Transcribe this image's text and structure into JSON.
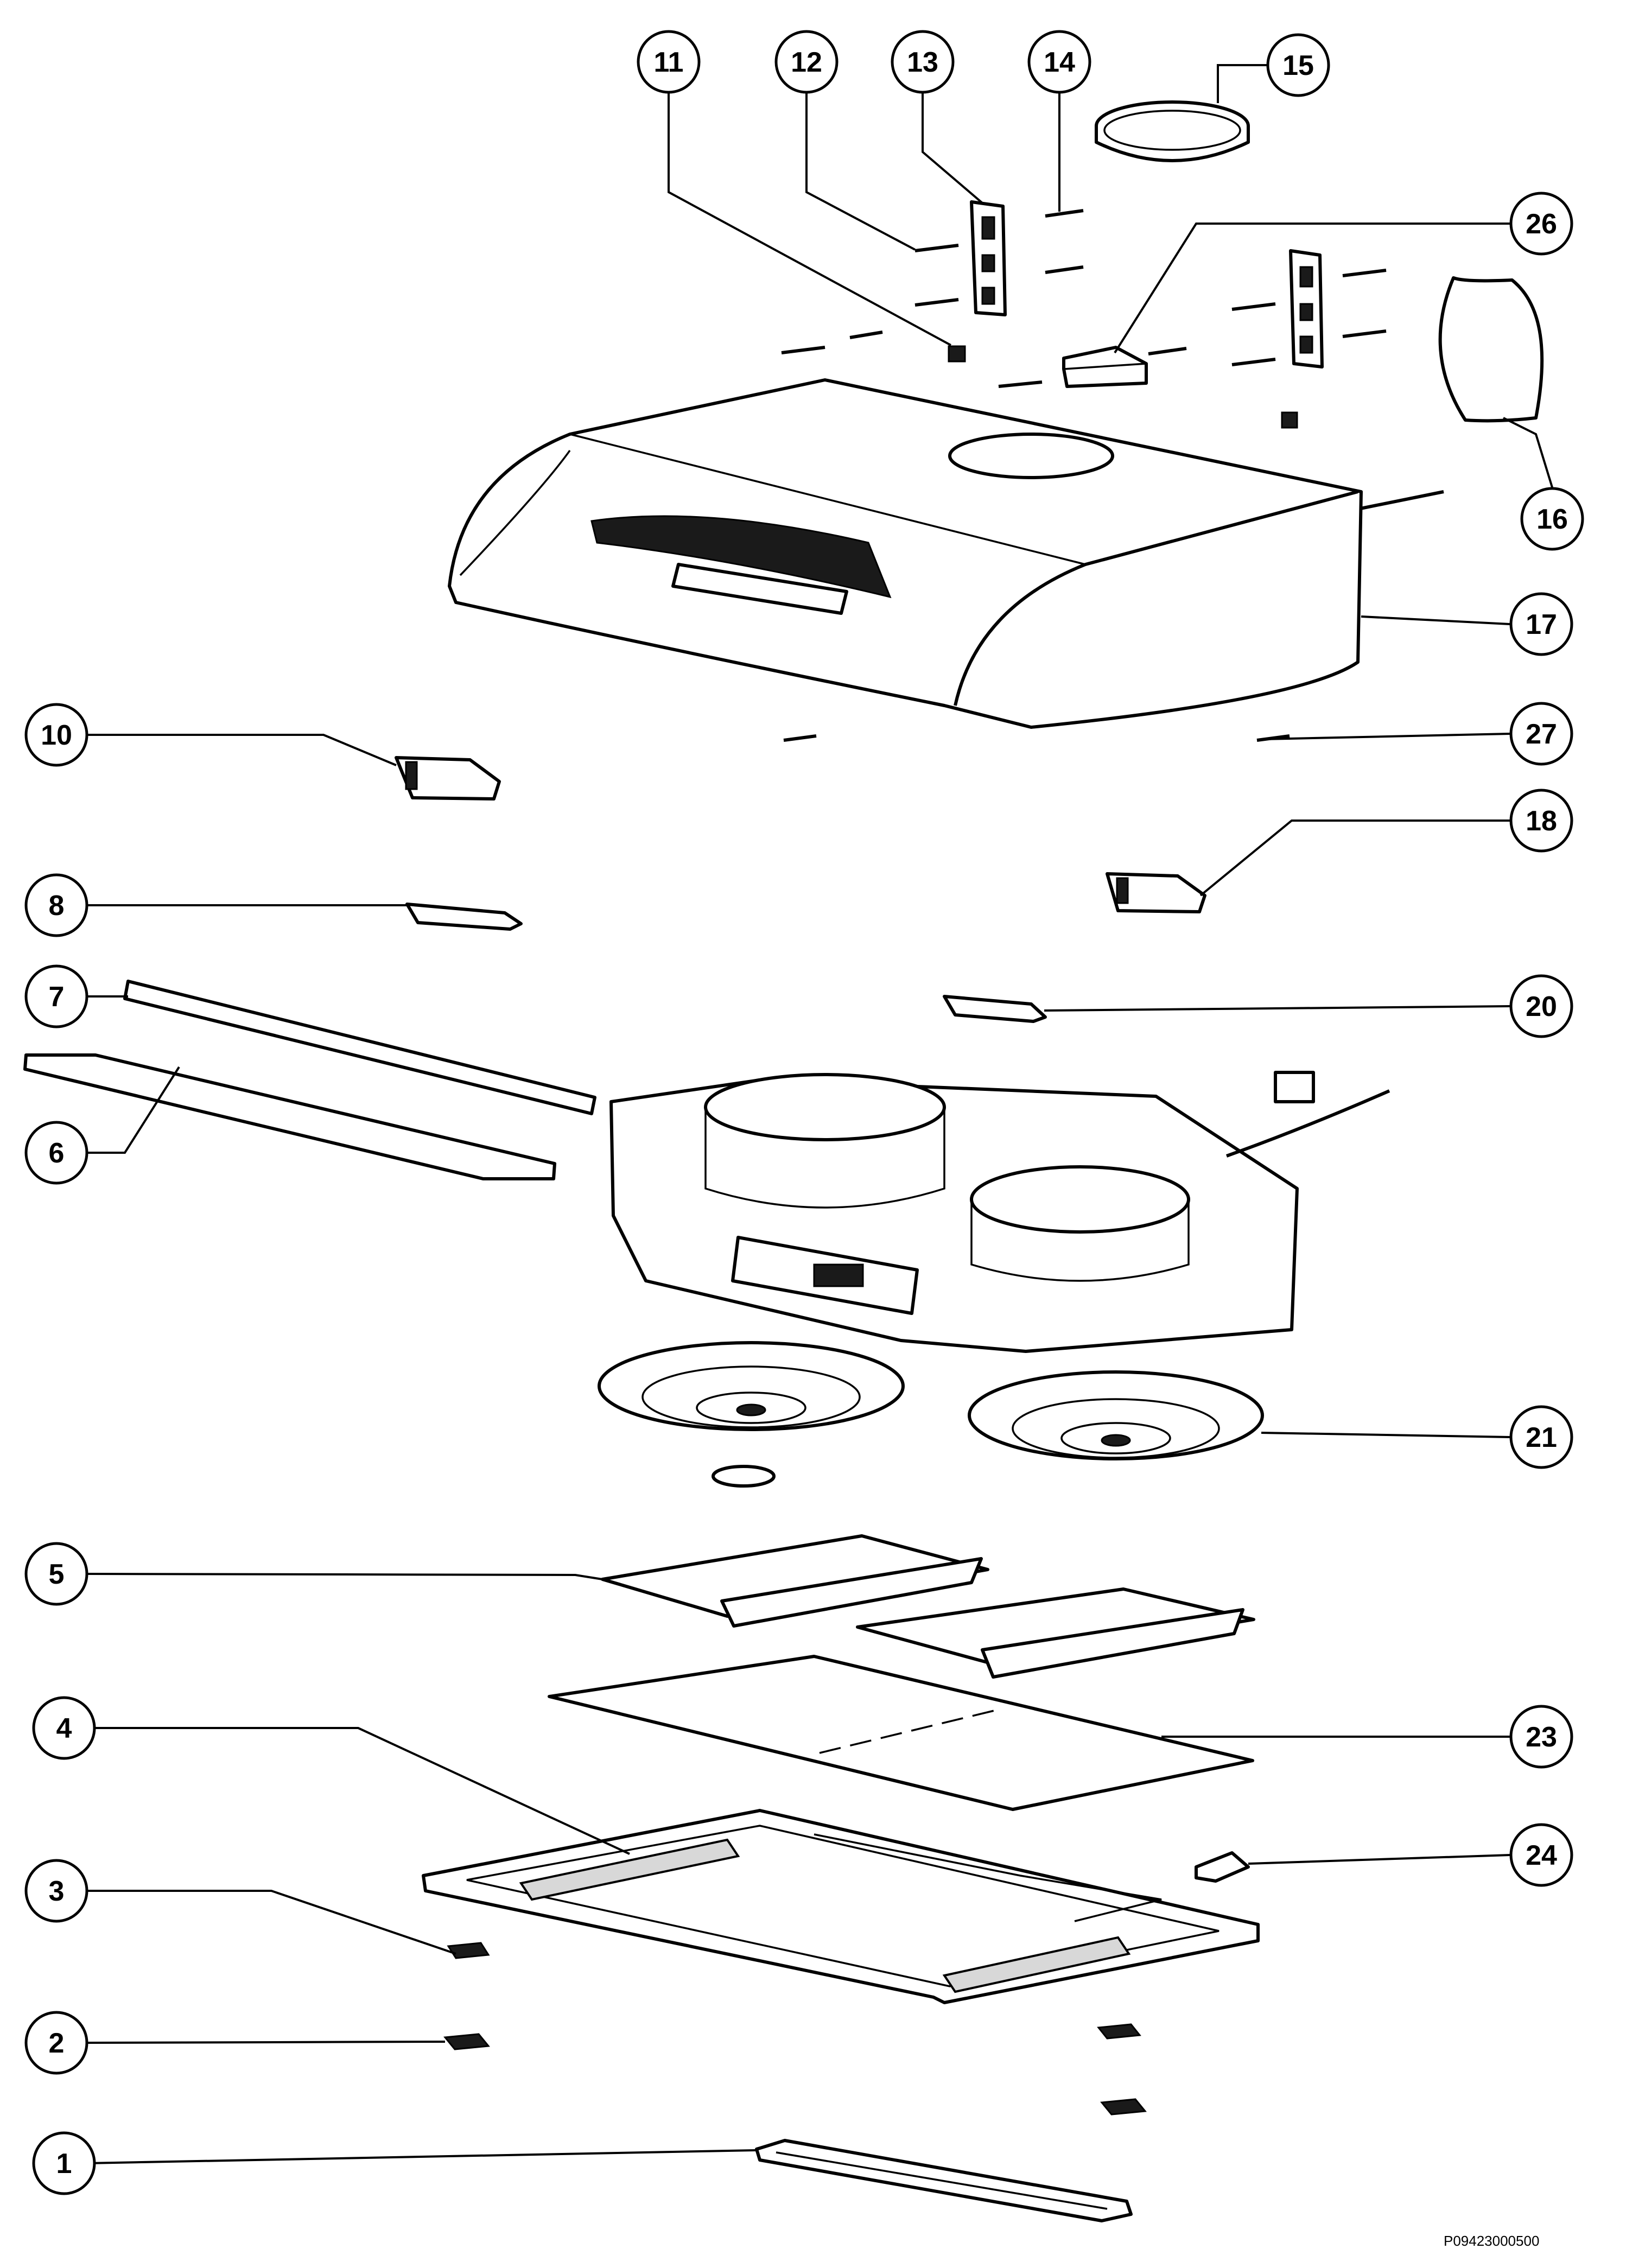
{
  "figure": {
    "reference_code": "P09423000500"
  },
  "callouts": [
    {
      "id": "c1",
      "label": "1"
    },
    {
      "id": "c2",
      "label": "2"
    },
    {
      "id": "c3",
      "label": "3"
    },
    {
      "id": "c4",
      "label": "4"
    },
    {
      "id": "c5",
      "label": "5"
    },
    {
      "id": "c6",
      "label": "6"
    },
    {
      "id": "c7",
      "label": "7"
    },
    {
      "id": "c8",
      "label": "8"
    },
    {
      "id": "c10",
      "label": "10"
    },
    {
      "id": "c11",
      "label": "11"
    },
    {
      "id": "c12",
      "label": "12"
    },
    {
      "id": "c13",
      "label": "13"
    },
    {
      "id": "c14",
      "label": "14"
    },
    {
      "id": "c15",
      "label": "15"
    },
    {
      "id": "c16",
      "label": "16"
    },
    {
      "id": "c17",
      "label": "17"
    },
    {
      "id": "c18",
      "label": "18"
    },
    {
      "id": "c20",
      "label": "20"
    },
    {
      "id": "c21",
      "label": "21"
    },
    {
      "id": "c23",
      "label": "23"
    },
    {
      "id": "c24",
      "label": "24"
    },
    {
      "id": "c26",
      "label": "26"
    },
    {
      "id": "c27",
      "label": "27"
    }
  ]
}
